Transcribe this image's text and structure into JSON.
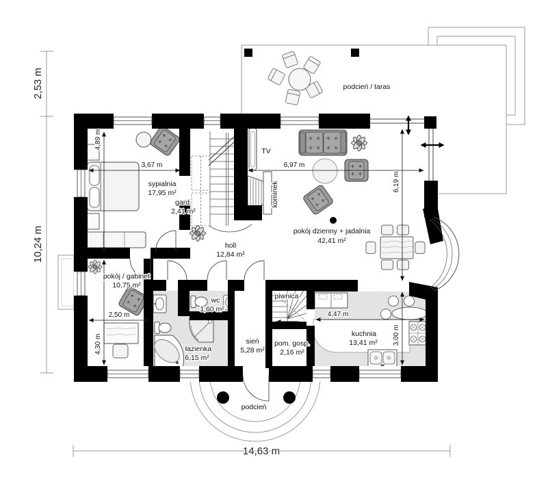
{
  "rooms": {
    "sypialnia": {
      "name": "sypialnia",
      "area": "17,95 m²"
    },
    "garderoba": {
      "name": "gard.",
      "area": "2,41 m²"
    },
    "holl": {
      "name": "holl",
      "area": "12,84 m²"
    },
    "gabinet": {
      "name": "pokój / gabinet",
      "area": "10,75 m²"
    },
    "wc": {
      "name": "wc",
      "area": "1,60 m²"
    },
    "lazienka": {
      "name": "łazienka",
      "area": "6,15 m²"
    },
    "sien": {
      "name": "sień",
      "area": "5,28 m²"
    },
    "pom_gosp": {
      "name": "pom. gosp.",
      "area": "2,16 m²"
    },
    "kuchnia": {
      "name": "kuchnia",
      "area": "13,41 m²"
    },
    "pokoj_dzienny": {
      "name": "pokój dzienny + jadalnia",
      "area": "42,41 m²"
    }
  },
  "zones": {
    "piwnica": "piwnica",
    "podcien_taras": "podcień / taras",
    "podcien": "podcień"
  },
  "fixtures": {
    "tv": "TV",
    "kominek": "kominek"
  },
  "dimensions": {
    "overall_top_height": "2,53 m",
    "overall_height": "10,24 m",
    "overall_width": "14,63 m",
    "bedroom_height": "4,89 m",
    "bedroom_width": "3,67 m",
    "living_width": "6,97 m",
    "living_height": "6,19 m",
    "office_width": "2,50 m",
    "office_height": "4,30 m",
    "kitchen_width": "4,47 m",
    "kitchen_height": "3,00 m"
  },
  "colors": {
    "wall": "#000000",
    "wet_floor": "#e3e3e3",
    "furniture_gray": "#9b9b9b",
    "outline": "#555555",
    "thin_line": "#999999"
  }
}
